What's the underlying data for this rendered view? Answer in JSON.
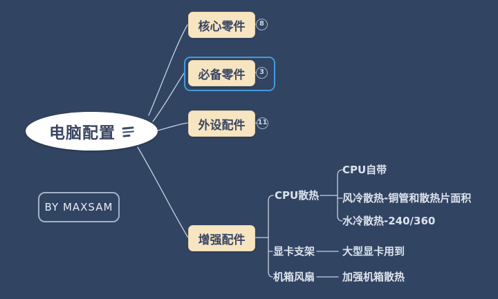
{
  "colors": {
    "background": "#314462",
    "branch_node_fill": "#f7e5c1",
    "node_text": "#3a4662",
    "central_fill": "#ffffff",
    "connector_line": "#c9d1e0",
    "selection_border": "#459ade",
    "plain_topic_text": "#dce3ee"
  },
  "central_topic": {
    "label": "电脑配置"
  },
  "branches": [
    {
      "label": "核心零件",
      "badge": "8"
    },
    {
      "label": "必备零件",
      "badge": "3",
      "selected": true
    },
    {
      "label": "外设配件",
      "badge": "11"
    },
    {
      "label": "增强配件"
    }
  ],
  "enhance_subtree": {
    "cpu_cooling": {
      "label": "CPU散热",
      "children": [
        {
          "label": "CPU自带"
        },
        {
          "label": "风冷散热-铜管和散热片面积"
        },
        {
          "label": "水冷散热-240/360"
        }
      ]
    },
    "gpu_bracket": {
      "label": "显卡支架",
      "children": [
        {
          "label": "大型显卡用到"
        }
      ]
    },
    "case_fan": {
      "label": "机箱风扇",
      "children": [
        {
          "label": "加强机箱散热"
        }
      ]
    }
  },
  "floating_topic": {
    "label": "BY MAXSAM"
  }
}
